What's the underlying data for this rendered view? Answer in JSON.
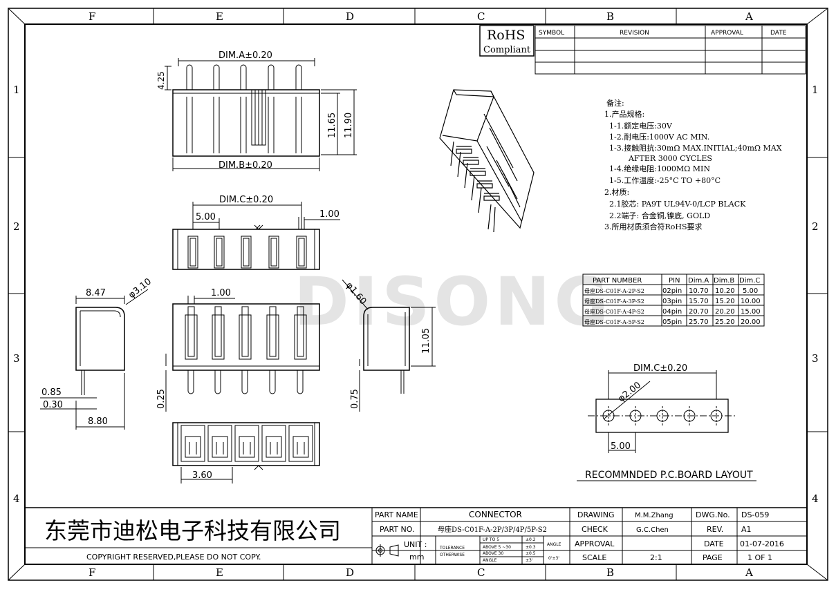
{
  "zones": {
    "columns": [
      "F",
      "E",
      "D",
      "C",
      "B",
      "A"
    ],
    "rows": [
      "1",
      "2",
      "3",
      "4"
    ]
  },
  "rohs": {
    "line1": "RoHS",
    "line2": "Compliant"
  },
  "revision_table": {
    "headers": [
      "SYMBOL",
      "REVISION",
      "APPROVAL",
      "DATE"
    ]
  },
  "watermark": "DISONG",
  "views": {
    "front_top": {
      "dim_a": "DIM.A±0.20",
      "dim_b": "DIM.B±0.20",
      "h1": "4.25",
      "h2": "11.65",
      "h3": "11.90"
    },
    "top": {
      "dim_c": "DIM.C±0.20",
      "pitch": "5.00",
      "pin_w": "1.00"
    },
    "side_left": {
      "width": "8.47",
      "radius": "φ3.10",
      "d1": "0.85",
      "d2": "0.30",
      "d3": "8.80"
    },
    "front": {
      "pin_w": "1.00",
      "d_left": "0.25"
    },
    "side_right": {
      "radius": "φ1.60",
      "height": "11.05",
      "d_left": "0.75"
    },
    "bottom": {
      "dim": "3.60"
    }
  },
  "notes": {
    "title": "备注:",
    "lines": [
      "1.产品规格:",
      "  1-1.额定电压:30V",
      "  1-2.耐电压:1000V AC MIN.",
      "  1-3.接触阻抗:30mΩ MAX.INITIAL;40mΩ MAX",
      "          AFTER 3000 CYCLES",
      "  1-4.绝缘电阻:1000MΩ MIN",
      "  1-5.工作温度:-25°C TO +80°C",
      "2.材质:",
      "  2.1胶芯: PA9T UL94V-0/LCP BLACK",
      "  2.2端子: 合金铜,镍底, GOLD",
      "3.所用材质须合符RoHS要求"
    ]
  },
  "part_table": {
    "headers": [
      "PART NUMBER",
      "PIN",
      "Dim.A",
      "Dim.B",
      "Dim.C"
    ],
    "rows": [
      [
        "母座DS-C01F-A-2P-S2",
        "02pin",
        "10.70",
        "10.20",
        "5.00"
      ],
      [
        "母座DS-C01F-A-3P-S2",
        "03pin",
        "15.70",
        "15.20",
        "10.00"
      ],
      [
        "母座DS-C01F-A-4P-S2",
        "04pin",
        "20.70",
        "20.20",
        "15.00"
      ],
      [
        "母座DS-C01F-A-5P-S2",
        "05pin",
        "25.70",
        "25.20",
        "20.00"
      ]
    ]
  },
  "pcb_layout": {
    "dim_c": "DIM.C±0.20",
    "hole": "φ2.00",
    "pitch": "5.00",
    "caption": "RECOMMNDED P.C.BOARD LAYOUT"
  },
  "title_block": {
    "company": "东莞市迪松电子科技有限公司",
    "copyright": "COPYRIGHT RESERVED,PLEASE DO NOT COPY.",
    "part_name_label": "PART NAME",
    "part_name": "CONNECTOR",
    "part_no_label": "PART NO.",
    "part_no": "母座DS-C01F-A-2P/3P/4P/5P-S2",
    "unit_label": "UNIT :",
    "unit": "mm",
    "tolerance": "TOLERANCE",
    "otherwise": "OTHERWISE",
    "tol_up5": "UP TO 5",
    "tol_up5_v": "±0.2",
    "tol_5_30": "ABOVE 5 ~30",
    "tol_5_30_v": "±0.3",
    "tol_30": "ABOVE 30",
    "tol_30_v": "±0.5",
    "tol_angle": "ANGLE",
    "tol_angle_v": "±3'",
    "angle_label": "ANGLE",
    "angle_value": "0'±3'",
    "drawing_label": "DRAWING",
    "drawing": "M.M.Zhang",
    "check_label": "CHECK",
    "check": "G.C.Chen",
    "approval_label": "APPROVAL",
    "scale_label": "SCALE",
    "scale": "2:1",
    "dwg_label": "DWG.No.",
    "dwg": "DS-059",
    "rev_label": "REV.",
    "rev": "A1",
    "date_label": "DATE",
    "date": "01-07-2016",
    "page_label": "PAGE",
    "page": "1 OF 1"
  }
}
